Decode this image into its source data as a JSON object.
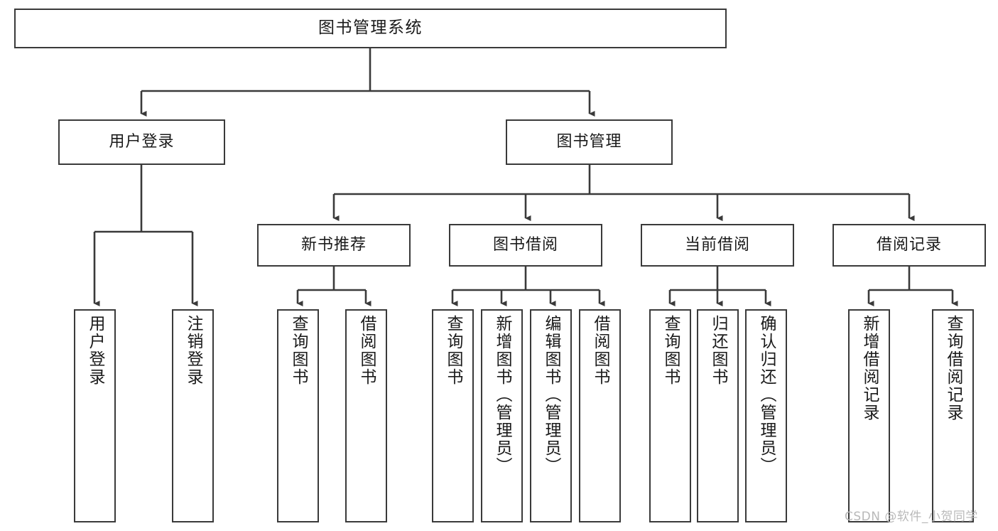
{
  "diagram": {
    "title": "图书管理系统",
    "type": "tree",
    "watermark": "CSDN @软件_小贺同学",
    "root": {
      "label": "图书管理系统"
    },
    "level2": [
      {
        "label": "用户登录"
      },
      {
        "label": "图书管理"
      }
    ],
    "level3": [
      {
        "label": "新书推荐"
      },
      {
        "label": "图书借阅"
      },
      {
        "label": "当前借阅"
      },
      {
        "label": "借阅记录"
      }
    ],
    "leaves": {
      "user_login": [
        {
          "label": "用户登录"
        },
        {
          "label": "注销登录"
        }
      ],
      "new_book": [
        {
          "label": "查询图书"
        },
        {
          "label": "借阅图书"
        }
      ],
      "book_borrow": [
        {
          "label": "查询图书"
        },
        {
          "label": "新增图书（管理员）"
        },
        {
          "label": "编辑图书（管理员）"
        },
        {
          "label": "借阅图书"
        }
      ],
      "current_borrow": [
        {
          "label": "查询图书"
        },
        {
          "label": "归还图书"
        },
        {
          "label": "确认归还（管理员）"
        }
      ],
      "borrow_record": [
        {
          "label": "新增借阅记录"
        },
        {
          "label": "查询借阅记录"
        }
      ]
    },
    "colors": {
      "stroke": "#3a3a3a",
      "fill": "#ffffff",
      "text": "#1a1a1a",
      "watermark": "#b9b9b9"
    }
  }
}
